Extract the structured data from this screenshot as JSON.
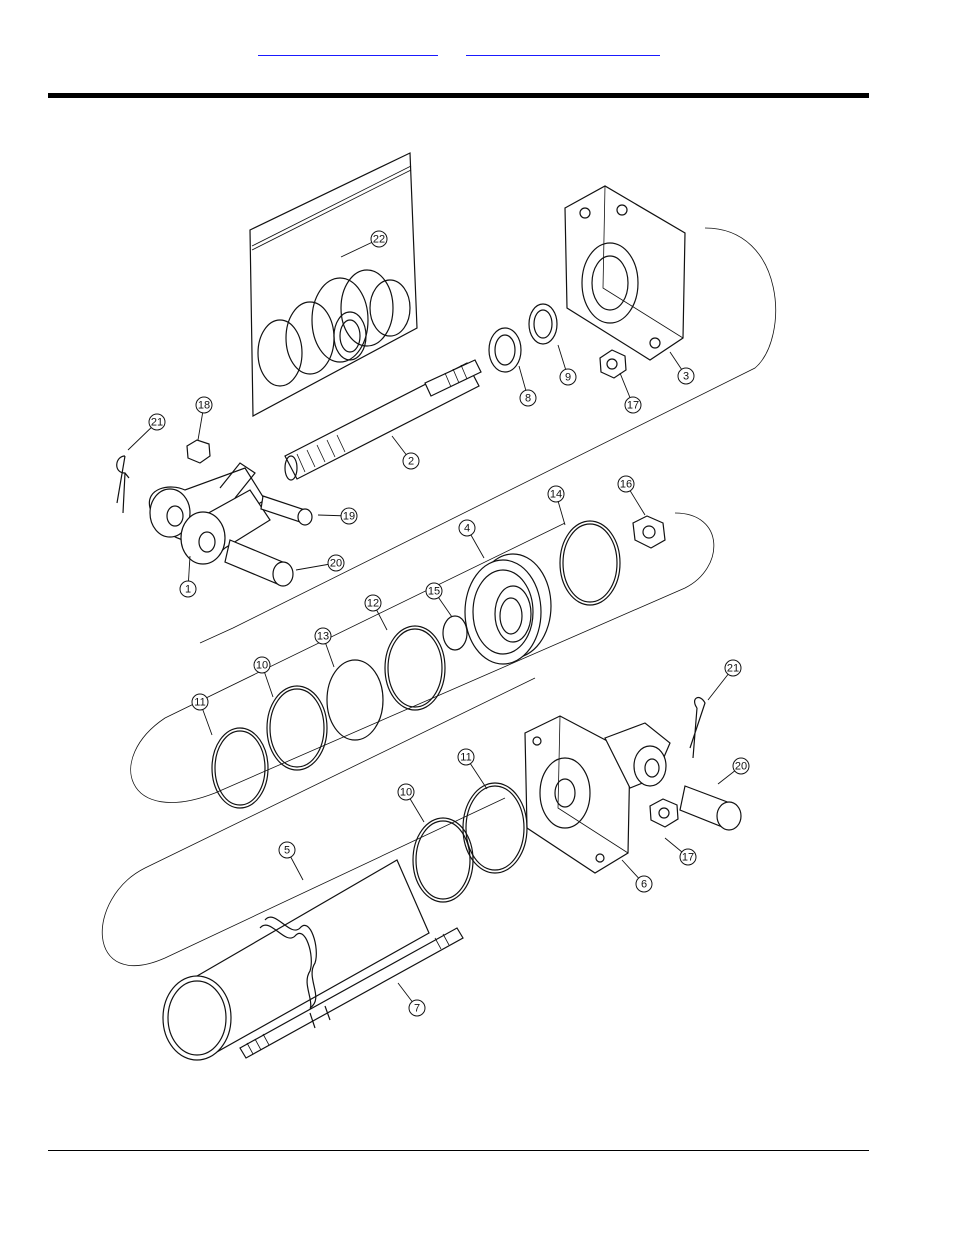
{
  "header": {
    "link_left": "",
    "link_right": ""
  },
  "callouts": [
    "1",
    "2",
    "3",
    "4",
    "5",
    "6",
    "7",
    "8",
    "9",
    "10",
    "11",
    "12",
    "13",
    "14",
    "15",
    "16",
    "17",
    "18",
    "19",
    "20",
    "21",
    "22"
  ]
}
